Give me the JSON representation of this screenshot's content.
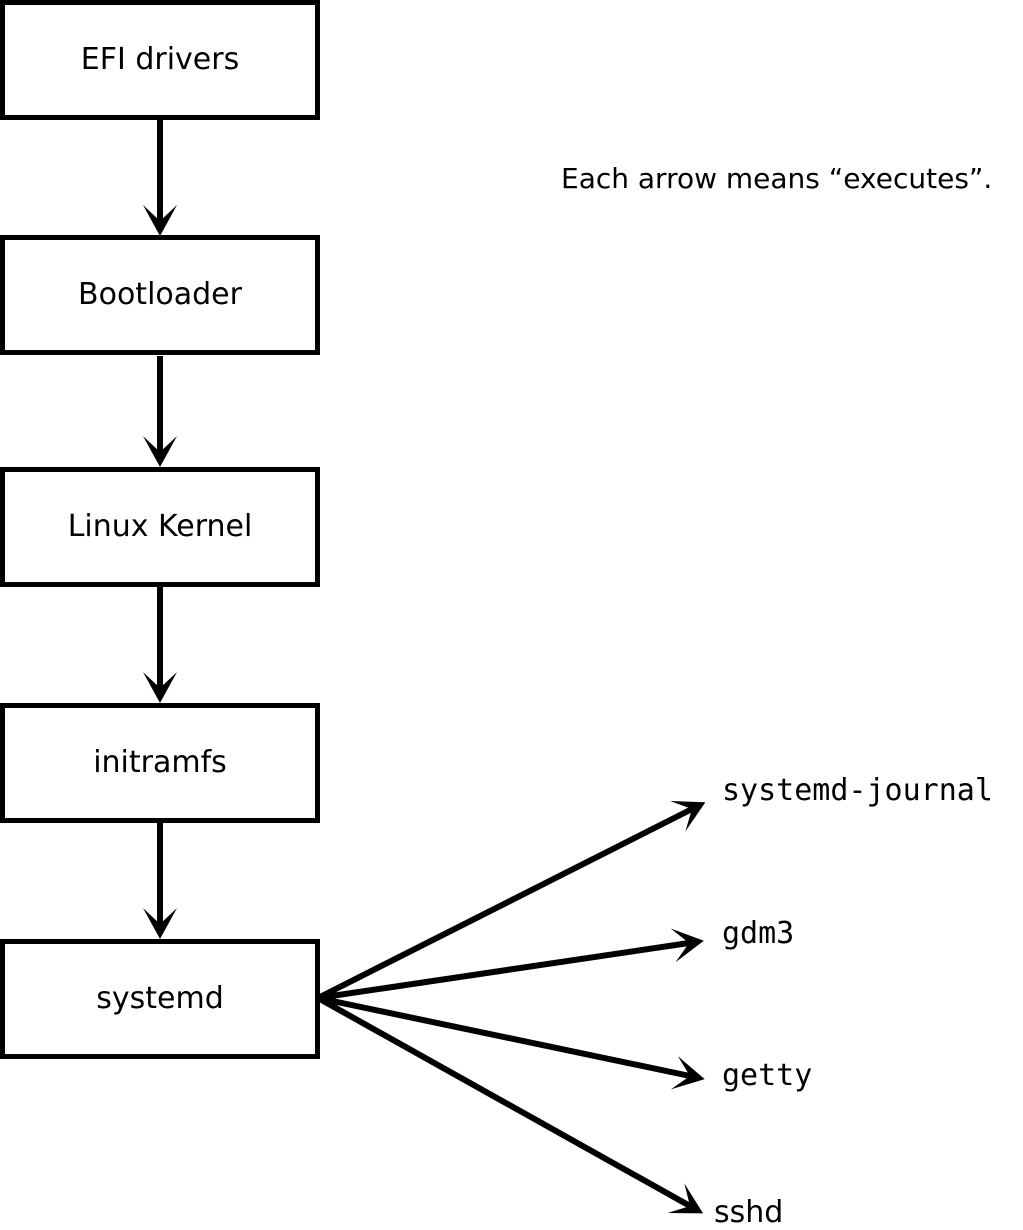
{
  "annotation": {
    "text": "Each arrow means “executes”."
  },
  "diagram": {
    "type": "flowchart",
    "nodes": [
      {
        "id": "efi-drivers",
        "label": "EFI drivers"
      },
      {
        "id": "bootloader",
        "label": "Bootloader"
      },
      {
        "id": "linux-kernel",
        "label": "Linux Kernel"
      },
      {
        "id": "initramfs",
        "label": "initramfs"
      },
      {
        "id": "systemd",
        "label": "systemd"
      }
    ],
    "leaves": [
      {
        "id": "systemd-journal",
        "label": "systemd-journal"
      },
      {
        "id": "gdm3",
        "label": "gdm3"
      },
      {
        "id": "getty",
        "label": "getty"
      },
      {
        "id": "sshd",
        "label": "sshd"
      }
    ],
    "edges": [
      {
        "from": "efi-drivers",
        "to": "bootloader"
      },
      {
        "from": "bootloader",
        "to": "linux-kernel"
      },
      {
        "from": "linux-kernel",
        "to": "initramfs"
      },
      {
        "from": "initramfs",
        "to": "systemd"
      },
      {
        "from": "systemd",
        "to": "systemd-journal"
      },
      {
        "from": "systemd",
        "to": "gdm3"
      },
      {
        "from": "systemd",
        "to": "getty"
      },
      {
        "from": "systemd",
        "to": "sshd"
      }
    ],
    "colors": {
      "stroke": "#000000",
      "box_fill": "#ffffff",
      "text": "#000000",
      "background": "#ffffff"
    }
  }
}
